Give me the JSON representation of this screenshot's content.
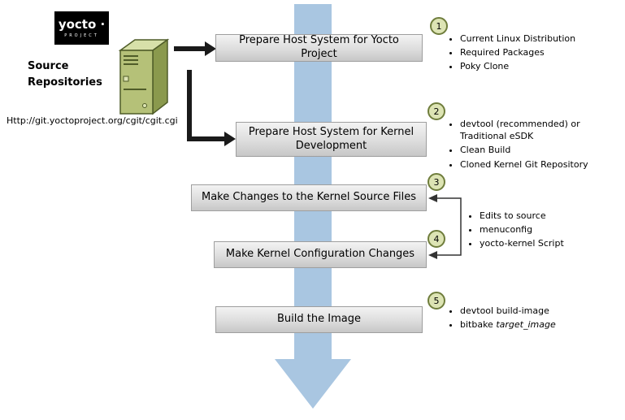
{
  "diagram": {
    "logo_text": "yocto ·",
    "logo_sub": "PROJECT",
    "source_label": "Source Repositories",
    "source_url": "Http://git.yoctoproject.org/cgit/cgit.cgi"
  },
  "steps": [
    {
      "num": "1",
      "label": "Prepare Host System for Yocto Project",
      "bullets": [
        "Current Linux Distribution",
        "Required Packages",
        "Poky Clone"
      ]
    },
    {
      "num": "2",
      "label": "Prepare Host System for Kernel Development",
      "bullets": [
        "devtool (recommended) or Traditional eSDK",
        "Clean Build",
        "Cloned Kernel Git Repository"
      ]
    },
    {
      "num": "3",
      "label": "Make Changes to the Kernel Source Files"
    },
    {
      "num": "4",
      "label": "Make Kernel Configuration Changes"
    },
    {
      "num": "5",
      "label": "Build the Image"
    }
  ],
  "shared_bullets_3_4": [
    "Edits to source",
    "menuconfig",
    "yocto-kernel Script"
  ],
  "step5_bullets": {
    "b1": "devtool build-image",
    "b2_prefix": "bitbake ",
    "b2_italic": "target_image"
  },
  "colors": {
    "flow_arrow": "#a9c6e1",
    "box_border": "#9e9e9e",
    "circle_fill": "#dde4b4",
    "circle_border": "#6f7d3c"
  }
}
